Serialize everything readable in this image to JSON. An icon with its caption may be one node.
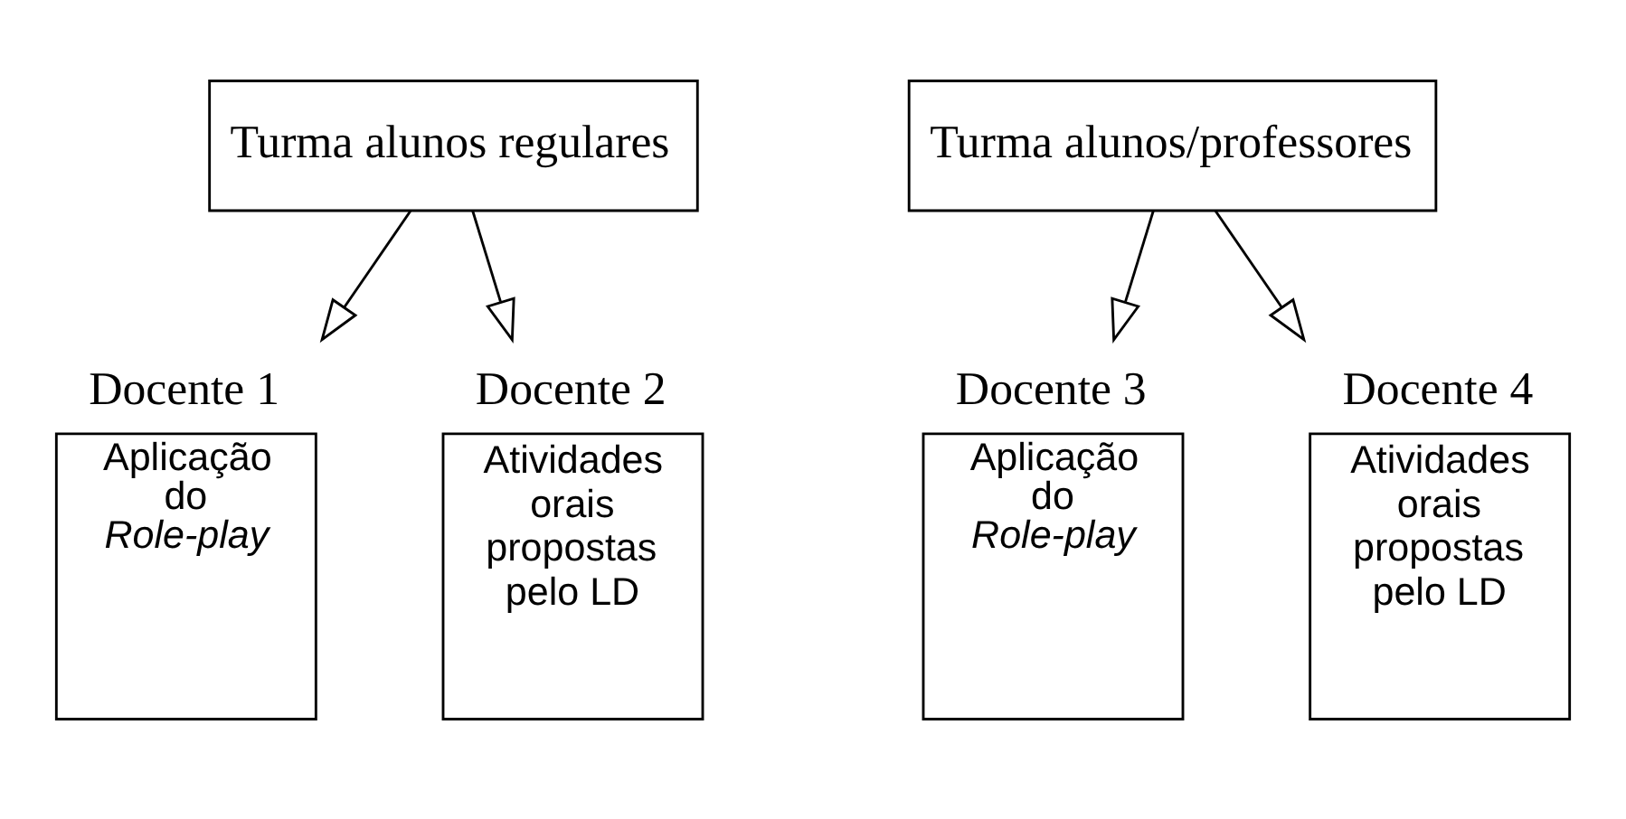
{
  "diagram": {
    "nodes": [
      {
        "text": [
          "Turma alunos regulares"
        ]
      },
      {
        "text": [
          "Turma alunos/professores"
        ]
      },
      {
        "text": [
          "Docente 1",
          "Aplicação do *Role-play*"
        ]
      },
      {
        "text": [
          "Docente 2",
          "Atividades orais propostas pelo LD"
        ]
      },
      {
        "text": [
          "Docente 3",
          "Aplicação do *Role-play*"
        ]
      },
      {
        "text": [
          "Docente 4",
          "Atividades orais propostas pelo LD"
        ]
      }
    ],
    "edges": [
      {
        "from": 0,
        "to": 2,
        "arrow": "to"
      },
      {
        "from": 0,
        "to": 3,
        "arrow": "to"
      },
      {
        "from": 1,
        "to": 4,
        "arrow": "to"
      },
      {
        "from": 1,
        "to": 5,
        "arrow": "to"
      }
    ]
  }
}
